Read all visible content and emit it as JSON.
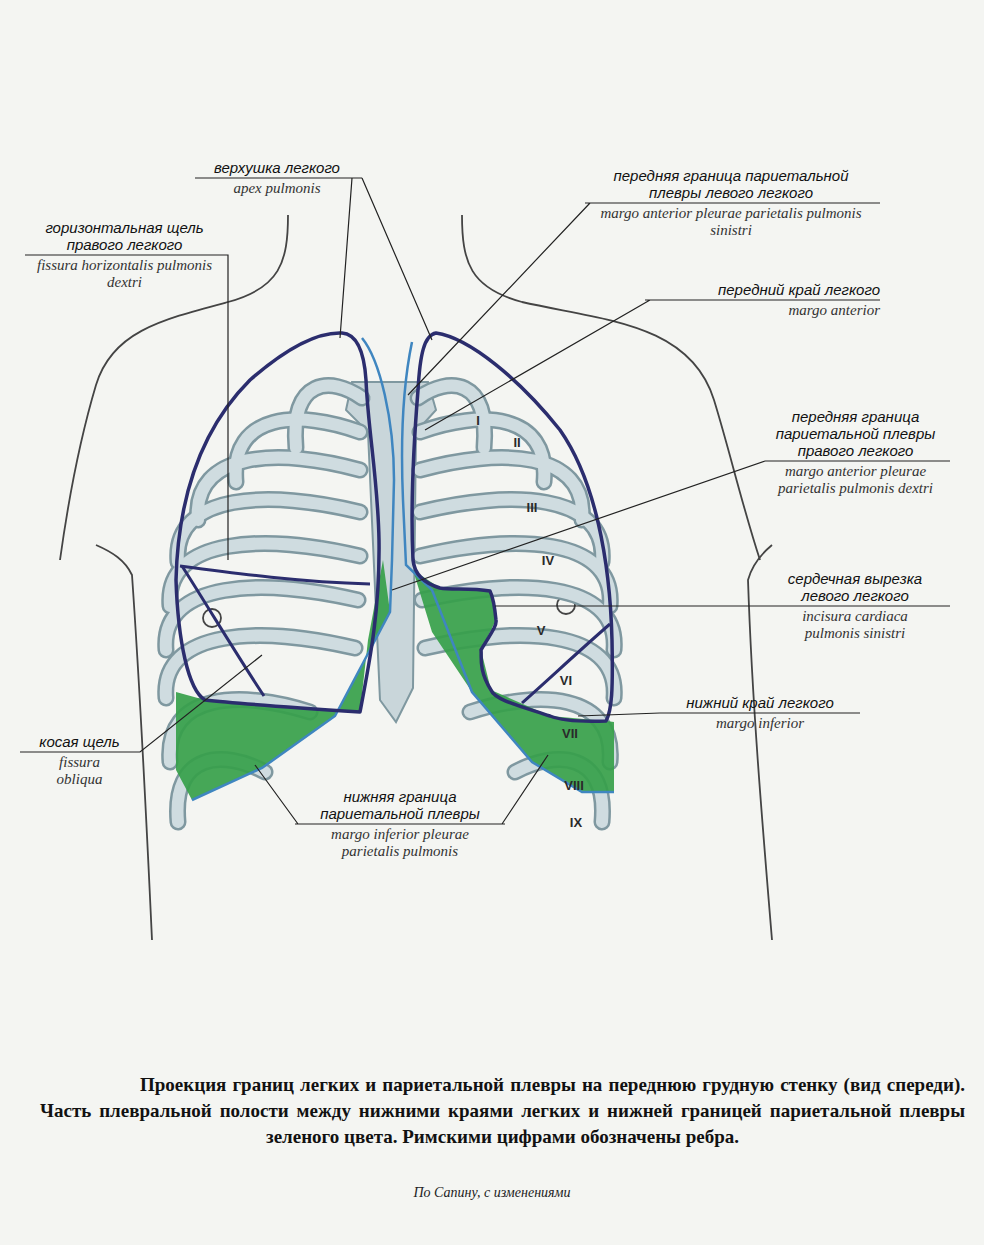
{
  "diagram": {
    "caption": "Проекция границ легких и париетальной плевры на переднюю грудную стенку (вид спереди). Часть плевральной полости между нижними краями легких и нижней границей париетальной плевры зеленого цвета. Римскими цифрами обозначены ребра.",
    "labels": [
      "верхушка легкого",
      "apex pulmonis",
      "передняя граница париетальной плевры левого легкого",
      "margo anterior pleurae parietalis pulmonis sinistri",
      "горизонтальная щель правого легкого",
      "fissura horizontalis pulmonis dextri",
      "передний край легкого",
      "margo anterior",
      "передняя граница париетальной плевры правого легкого",
      "margo anterior pleurae parietalis pulmonis dextri",
      "сердечная вырезка левого легкого",
      "incisura cardiaca pulmonis sinistri",
      "нижний край легкого",
      "margo inferior",
      "косая щель",
      "fissura obliqua",
      "нижняя граница париетальной плевры",
      "margo inferior pleurae parietalis pulmonis",
      "I",
      "II",
      "III",
      "IV",
      "V",
      "VI",
      "VII",
      "VIII",
      "IX",
      "По Сапину, с изменениями"
    ]
  }
}
